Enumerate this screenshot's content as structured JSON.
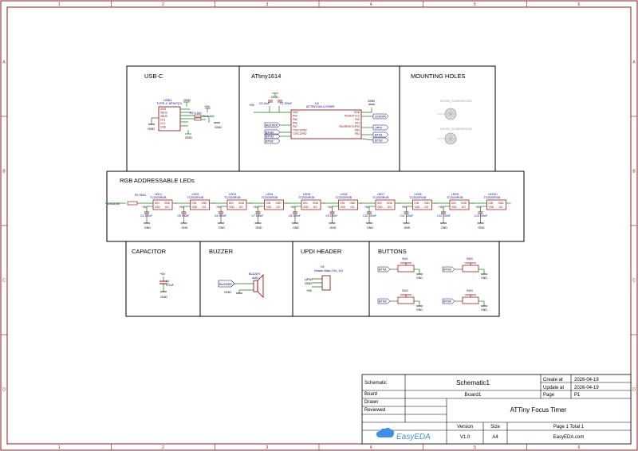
{
  "frame": {
    "columns": [
      "1",
      "2",
      "3",
      "4",
      "5",
      "6"
    ],
    "rows": [
      "A",
      "B",
      "C",
      "D"
    ],
    "border_color": "#8b1a1a"
  },
  "blocks": {
    "usbc": {
      "title": "USB-C",
      "part": "USB1",
      "part_value": "TYPE-C 6PIN7(2)",
      "pins": [
        "GND",
        "VBUS",
        "VBUS",
        "CC1",
        "CC2",
        "GND"
      ],
      "resistors": [
        "R1 5.1kΩ",
        "R2 5.1kΩ"
      ],
      "labels": [
        "GND",
        "+5V",
        "GND",
        "GND",
        "GND",
        "GND"
      ]
    },
    "attiny": {
      "title": "ATtiny1614",
      "part": "U1",
      "part_value": "ATTINY1614-SSNR",
      "cap": "C2 100nF",
      "cap2": "C3 10uF",
      "pins_left": [
        "VDD",
        "PA4",
        "PA5",
        "PA6",
        "PA7",
        "TOSC1/PB3",
        "TOSC2/PB2"
      ],
      "pins_right": [
        "GND",
        "PA3/EXTCLK",
        "PA2",
        "PA1",
        "PA0/RESET/UPDI",
        "PB0",
        "PB1"
      ],
      "nets_left": [
        "+5V",
        "BUZZER",
        "BTN4",
        "BTN3",
        "BTN2"
      ],
      "nets_right": [
        "LEDDIN",
        "UPDI",
        "BTN1"
      ],
      "gnd": "GND"
    },
    "mounting": {
      "title": "MOUNTING HOLES",
      "holes": [
        "H1 M3_SCREWHOLE",
        "H2 M3_SCREWHOLE"
      ]
    },
    "leds": {
      "title": "RGB ADDRESSABLE LEDs",
      "input_net": "LEDDIN",
      "resistor": "R3 330Ω",
      "items": [
        {
          "ref": "LED1",
          "part": "TC2020RGB",
          "cap": "C4 100nF"
        },
        {
          "ref": "LED2",
          "part": "TC2020RGB",
          "cap": "C5 100nF"
        },
        {
          "ref": "LED3",
          "part": "TC2020RGB",
          "cap": "C6 100nF"
        },
        {
          "ref": "LED4",
          "part": "TC2020RGB",
          "cap": "C7 100nF"
        },
        {
          "ref": "LED5",
          "part": "TC2020RGB",
          "cap": "C8 100nF"
        },
        {
          "ref": "LED6",
          "part": "TC2020RGB",
          "cap": "C9 100nF"
        },
        {
          "ref": "LED7",
          "part": "TC2020RGB",
          "cap": "C10 100nF"
        },
        {
          "ref": "LED8",
          "part": "TC2020RGB",
          "cap": "C11 100nF"
        },
        {
          "ref": "LED9",
          "part": "TC2020RGB",
          "cap": "C12 100nF"
        },
        {
          "ref": "LED10",
          "part": "TC2020RGB",
          "cap": "C13 100nF"
        }
      ],
      "pins": [
        "DIN",
        "VDD",
        "GND",
        "DO"
      ],
      "nets": [
        "+5V",
        "GND"
      ]
    },
    "capacitor": {
      "title": "CAPACITOR",
      "part": "C1",
      "value": "470uF",
      "nets": [
        "+5V",
        "GND"
      ]
    },
    "buzzer": {
      "title": "BUZZER",
      "part": "BUZZER",
      "value": "4kHz",
      "net": "BUZZER",
      "gnd": "GND"
    },
    "updi": {
      "title": "UPDI HEADER",
      "part": "H3",
      "value": "Header-Male-2.54_1x3",
      "nets": [
        "UPDI",
        "GND",
        "+5V"
      ]
    },
    "buttons": {
      "title": "BUTTONS",
      "items": [
        {
          "ref": "SW1",
          "net": "BTN1"
        },
        {
          "ref": "SW2",
          "net": "BTN2"
        },
        {
          "ref": "SW3",
          "net": "BTN3"
        },
        {
          "ref": "SW4",
          "net": "BTN4"
        }
      ],
      "gnd": "GND"
    }
  },
  "title_block": {
    "schematic_label": "Schematic",
    "schematic_value": "Schematic1",
    "board_label": "Board",
    "board_value": "Board1",
    "drawn_label": "Drawn",
    "reviewed_label": "Reviewed",
    "project_title": "ATTiny Focus Timer",
    "create_label": "Create at",
    "create_value": "2026-04-19",
    "update_label": "Update at",
    "update_value": "2026-04-19",
    "page_label": "Page",
    "page_value": "P1",
    "version_label": "Version",
    "version_value": "V1.0",
    "size_label": "Size",
    "size_value": "A4",
    "page_total": "Page  1  Total  1",
    "website": "EasyEDA.com",
    "logo_text": "EasyEDA"
  },
  "colors": {
    "wire": "#1a7a1a",
    "component": "#8b0000",
    "net_label": "#00008b",
    "box": "#000000",
    "title_text": "#000000",
    "logo": "#3a8ee6"
  }
}
